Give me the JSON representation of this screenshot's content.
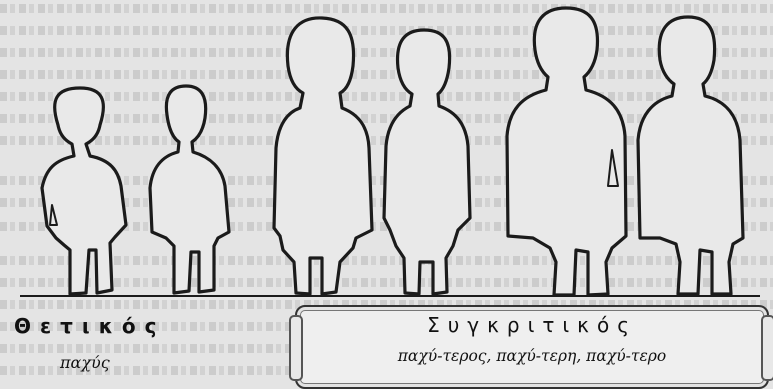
{
  "labels": {
    "positive_title": "Θετικός",
    "positive_form": "παχύς",
    "comparative_title": "Συγκριτικός",
    "comparative_forms": "παχύ-τερος, παχύ-τερη, παχύ-τερο"
  },
  "colors": {
    "background": "#e4e4e4",
    "figure_fill": "#e9e9e9",
    "outline": "#1b1b1b"
  }
}
